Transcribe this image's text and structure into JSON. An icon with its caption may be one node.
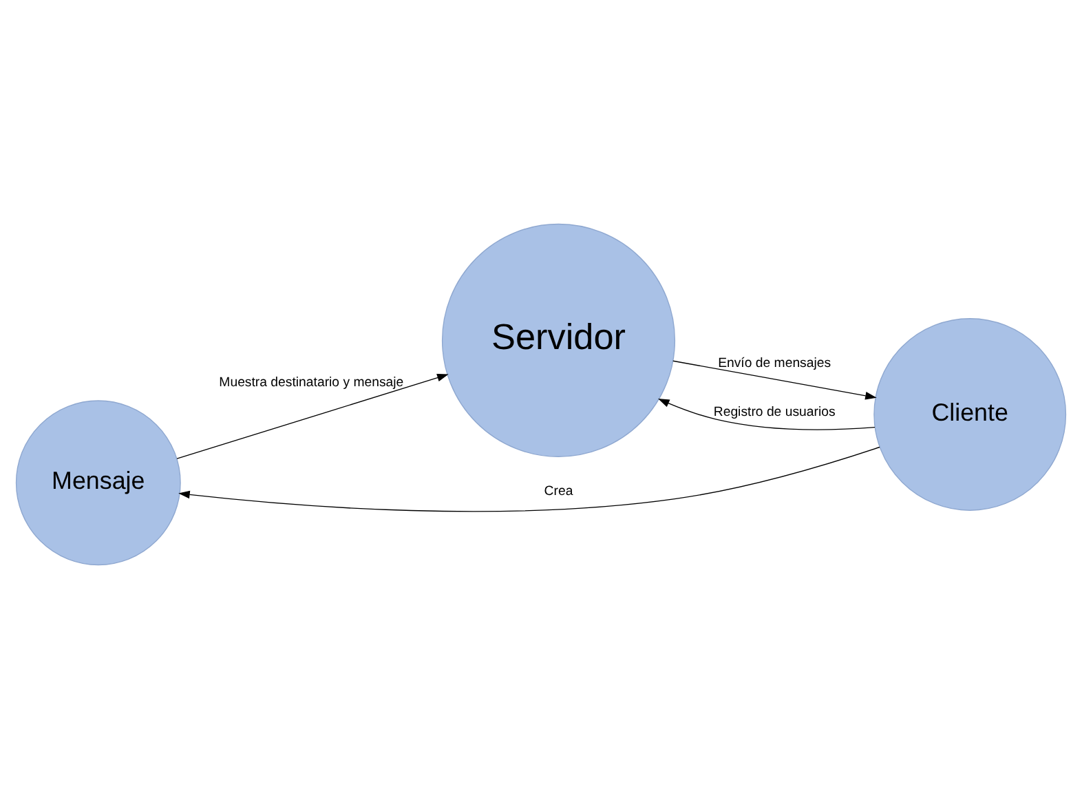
{
  "diagram": {
    "nodes": [
      {
        "text": [
          "Mensaje"
        ]
      },
      {
        "text": [
          "Servidor"
        ]
      },
      {
        "text": [
          "Cliente"
        ]
      }
    ],
    "edges": [
      {
        "from": 2,
        "to": 0,
        "arrow": "to",
        "label": "Crea"
      },
      {
        "from": 0,
        "to": 1,
        "arrow": "to",
        "label": "Muestra destinatario y mensaje"
      },
      {
        "from": 2,
        "to": 1,
        "arrow": "to",
        "label": "Registro de usuarios"
      },
      {
        "from": 1,
        "to": 2,
        "arrow": "to",
        "label": "Envío de mensajes"
      }
    ]
  }
}
